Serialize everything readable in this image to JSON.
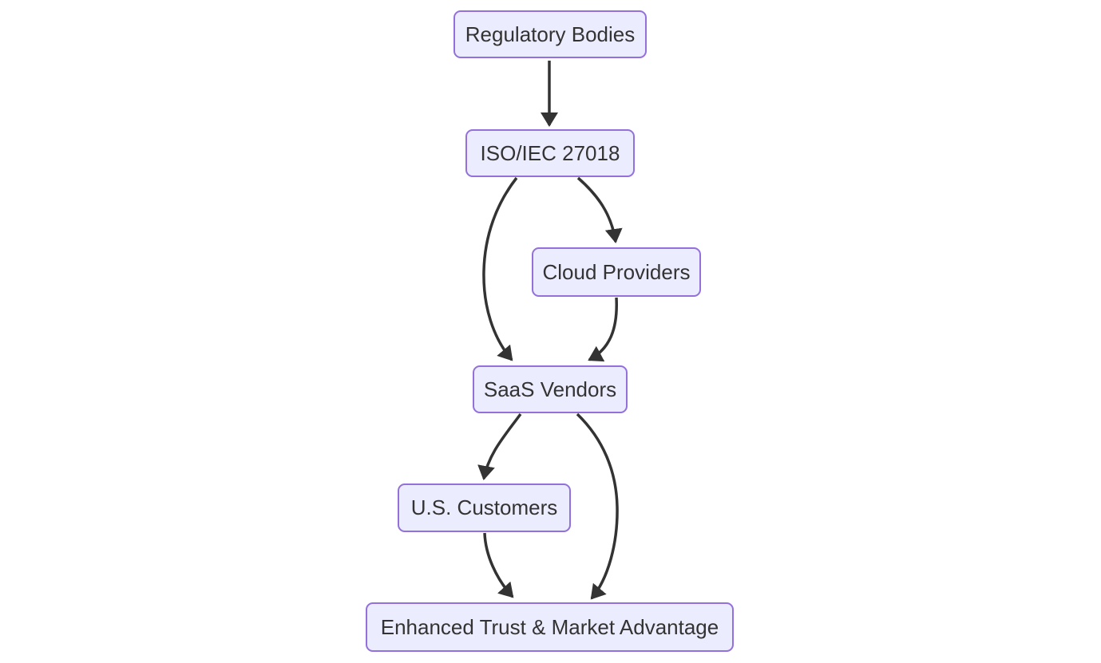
{
  "diagram": {
    "type": "flowchart",
    "direction": "top-down",
    "colors": {
      "node_fill": "#ECECFF",
      "node_border": "#9370DB",
      "edge_color": "#333333",
      "text_color": "#333333",
      "background": "#ffffff"
    },
    "nodes": [
      {
        "id": "regulatory-bodies",
        "label": "Regulatory Bodies"
      },
      {
        "id": "iso-iec-27018",
        "label": "ISO/IEC 27018"
      },
      {
        "id": "cloud-providers",
        "label": "Cloud Providers"
      },
      {
        "id": "saas-vendors",
        "label": "SaaS Vendors"
      },
      {
        "id": "us-customers",
        "label": "U.S. Customers"
      },
      {
        "id": "enhanced-trust",
        "label": "Enhanced Trust & Market Advantage"
      }
    ],
    "edges": [
      {
        "from": "Regulatory Bodies",
        "to": "ISO/IEC 27018"
      },
      {
        "from": "ISO/IEC 27018",
        "to": "Cloud Providers"
      },
      {
        "from": "ISO/IEC 27018",
        "to": "SaaS Vendors"
      },
      {
        "from": "Cloud Providers",
        "to": "SaaS Vendors"
      },
      {
        "from": "SaaS Vendors",
        "to": "U.S. Customers"
      },
      {
        "from": "SaaS Vendors",
        "to": "Enhanced Trust & Market Advantage"
      },
      {
        "from": "U.S. Customers",
        "to": "Enhanced Trust & Market Advantage"
      }
    ]
  }
}
